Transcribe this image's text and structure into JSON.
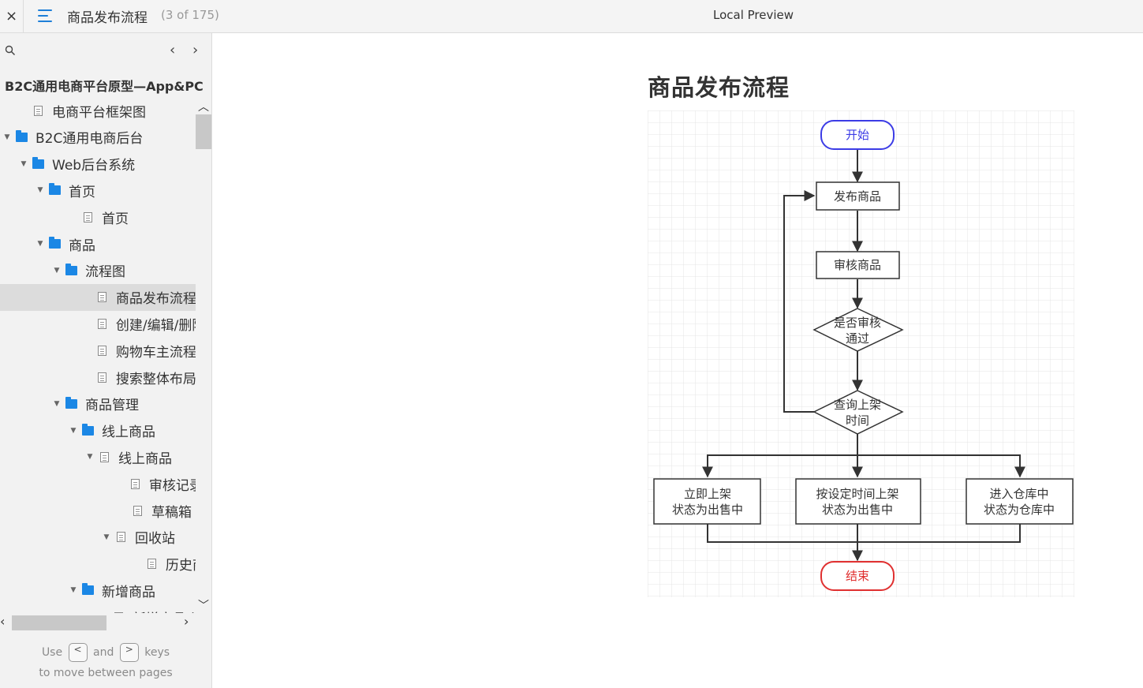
{
  "topbar": {
    "close_symbol": "×",
    "page_title": "商品发布流程",
    "page_count": "(3 of 175)",
    "preview_title": "Local Preview"
  },
  "sidebar": {
    "prev_symbol": "‹",
    "next_symbol": "›",
    "project_title": "B2C通用电商平台原型—App&PC",
    "tree": [
      {
        "label": "电商平台框架图",
        "type": "page",
        "level": 1,
        "expanded": null,
        "selected": false
      },
      {
        "label": "B2C通用电商后台",
        "type": "folder",
        "level": 0,
        "expanded": true,
        "selected": false
      },
      {
        "label": "Web后台系统",
        "type": "folder",
        "level": 1,
        "expanded": true,
        "selected": false
      },
      {
        "label": "首页",
        "type": "folder",
        "level": 2,
        "expanded": true,
        "selected": false
      },
      {
        "label": "首页",
        "type": "page",
        "level": 4,
        "expanded": null,
        "selected": false
      },
      {
        "label": "商品",
        "type": "folder",
        "level": 2,
        "expanded": true,
        "selected": false
      },
      {
        "label": "流程图",
        "type": "folder",
        "level": 3,
        "expanded": true,
        "selected": false
      },
      {
        "label": "商品发布流程",
        "type": "page",
        "level": 5,
        "expanded": null,
        "selected": true
      },
      {
        "label": "创建/编辑/删除",
        "type": "page",
        "level": 5,
        "expanded": null,
        "selected": false
      },
      {
        "label": "购物车主流程",
        "type": "page",
        "level": 5,
        "expanded": null,
        "selected": false
      },
      {
        "label": "搜索整体布局",
        "type": "page",
        "level": 5,
        "expanded": null,
        "selected": false
      },
      {
        "label": "商品管理",
        "type": "folder",
        "level": 3,
        "expanded": true,
        "selected": false
      },
      {
        "label": "线上商品",
        "type": "folder",
        "level": 4,
        "expanded": true,
        "selected": false
      },
      {
        "label": "线上商品",
        "type": "page",
        "level": 5,
        "expanded": true,
        "selected": false
      },
      {
        "label": "审核记录",
        "type": "page",
        "level": 7,
        "expanded": null,
        "selected": false
      },
      {
        "label": "草稿箱",
        "type": "page",
        "level": 7,
        "expanded": null,
        "selected": false
      },
      {
        "label": "回收站",
        "type": "page",
        "level": 6,
        "expanded": true,
        "selected": false
      },
      {
        "label": "历史商",
        "type": "page",
        "level": 8,
        "expanded": null,
        "selected": false
      },
      {
        "label": "新增商品",
        "type": "folder",
        "level": 4,
        "expanded": true,
        "selected": false
      },
      {
        "label": "新增商品(选",
        "type": "page",
        "level": 6,
        "expanded": null,
        "selected": false
      }
    ],
    "hint": {
      "use": "Use",
      "key_prev": "<",
      "and": "and",
      "key_next": ">",
      "keys": "keys",
      "line2": "to move between pages"
    }
  },
  "main": {
    "heading": "商品发布流程",
    "flowchart": {
      "start": "开始",
      "publish": "发布商品",
      "review": "审核商品",
      "decision1_line1": "是否审核",
      "decision1_line2": "通过",
      "decision2_line1": "查询上架",
      "decision2_line2": "时间",
      "opt1_line1": "立即上架",
      "opt1_line2": "状态为出售中",
      "opt2_line1": "按设定时间上架",
      "opt2_line2": "状态为出售中",
      "opt3_line1": "进入仓库中",
      "opt3_line2": "状态为仓库中",
      "end": "结束",
      "colors": {
        "start_stroke": "#3c3ce6",
        "end_stroke": "#e03030",
        "line": "#333333",
        "grid": "#e4e4e4"
      }
    }
  }
}
